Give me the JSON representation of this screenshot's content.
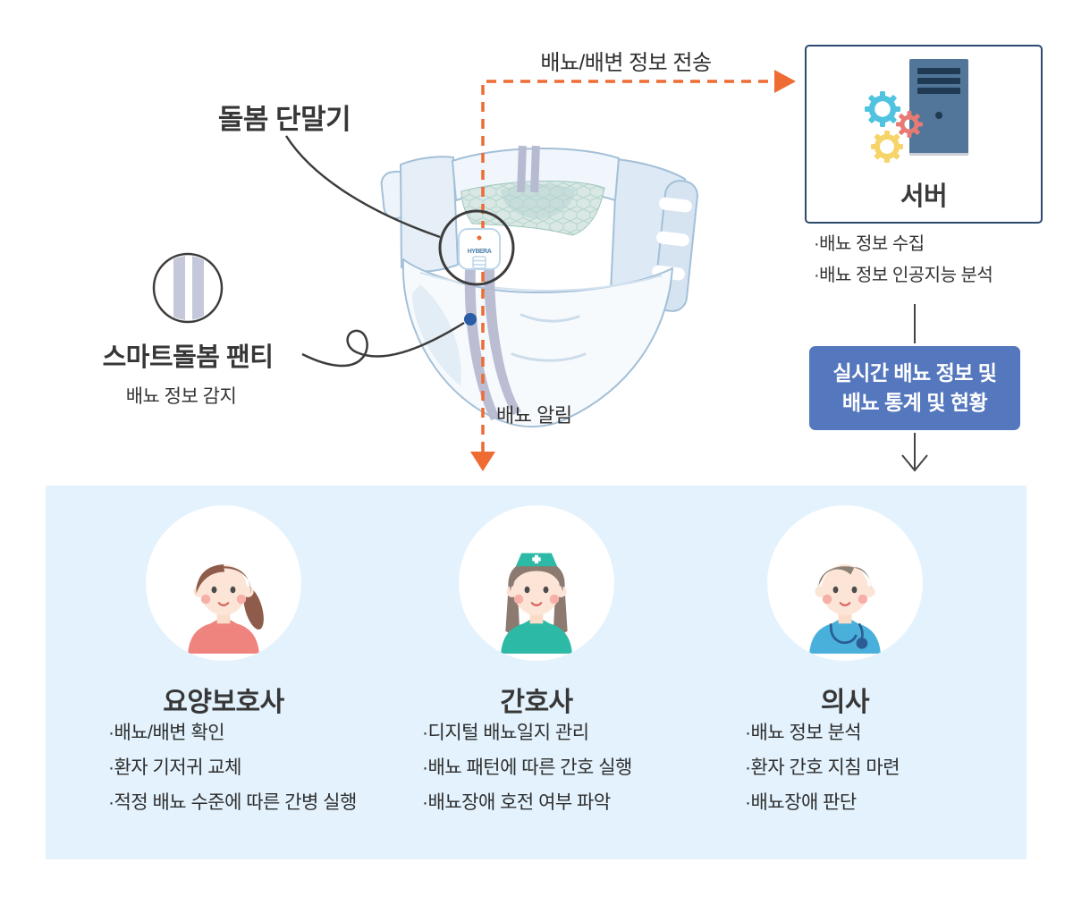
{
  "colors": {
    "accent_orange": "#ee6b33",
    "flow_box_blue": "#5577bd",
    "panel_bg": "#e3f2fc",
    "server_border": "#2c4a6e",
    "server_tower": "#527699",
    "gear_cyan": "#4fc3e0",
    "gear_red": "#e87a74",
    "gear_yellow": "#f7d469"
  },
  "icons": {
    "server": "server-tower-icon",
    "gears": "gear-icons",
    "magnifier": "magnifier-circle-icon",
    "sensor_strips": "sensor-strips-icon",
    "caregiver": "caregiver-avatar",
    "nurse": "nurse-avatar",
    "doctor": "doctor-avatar"
  },
  "flow": {
    "transmission_label": "배뇨/배변 정보 전송",
    "alert_label": "배뇨 알림"
  },
  "device": {
    "title": "돌봄 단말기",
    "brand": "HYBERA"
  },
  "panty": {
    "title": "스마트돌봄 팬티",
    "subtitle": "배뇨 정보 감지"
  },
  "server": {
    "title": "서버",
    "bullets": [
      "·배뇨 정보 수집",
      "·배뇨 정보 인공지능 분석"
    ]
  },
  "realtime_box": {
    "line1": "실시간 배뇨 정보 및",
    "line2": "배뇨 통계 및 현황"
  },
  "roles": [
    {
      "title": "요양보호사",
      "items": [
        "·배뇨/배변 확인",
        "·환자 기저귀 교체",
        "·적정 배뇨 수준에 따른 간병 실행"
      ]
    },
    {
      "title": "간호사",
      "items": [
        "·디지털 배뇨일지 관리",
        "·배뇨 패턴에 따른 간호 실행",
        "·배뇨장애 호전 여부 파악"
      ]
    },
    {
      "title": "의사",
      "items": [
        "·배뇨 정보 분석",
        "·환자 간호 지침 마련",
        "·배뇨장애 판단"
      ]
    }
  ]
}
